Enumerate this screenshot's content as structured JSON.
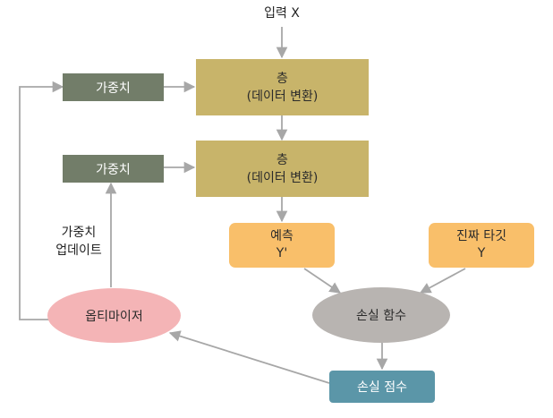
{
  "input_label": "입력 X",
  "layer1": {
    "line1": "층",
    "line2": "(데이터 변환)"
  },
  "layer2": {
    "line1": "층",
    "line2": "(데이터 변환)"
  },
  "weights1": "가중치",
  "weights2": "가중치",
  "weight_update": {
    "line1": "가중치",
    "line2": "업데이트"
  },
  "prediction": {
    "line1": "예측",
    "line2": "Y'"
  },
  "true_target": {
    "line1": "진짜 타깃",
    "line2": "Y"
  },
  "loss_function": "손실 함수",
  "optimizer": "옵티마이저",
  "loss_score": "손실 점수",
  "colors": {
    "layer": "#c8b46a",
    "weights": "#727d69",
    "prediction": "#f9bf6a",
    "loss_function": "#b8b4b1",
    "optimizer": "#f4b4b6",
    "loss_score": "#5b96a8",
    "arrow": "#a7a7a7"
  }
}
